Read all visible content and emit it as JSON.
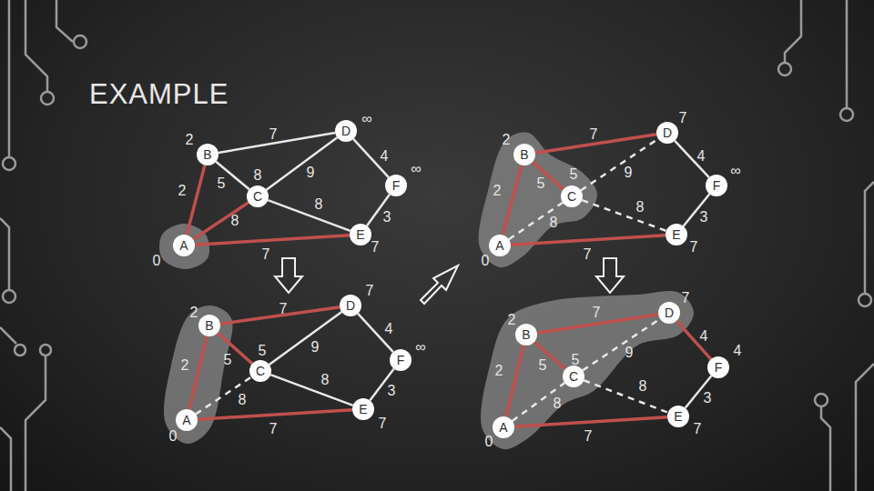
{
  "diagram": {
    "title": "EXAMPLE",
    "nodes": [
      {
        "text": [
          "B"
        ]
      },
      {
        "text": [
          "D"
        ]
      },
      {
        "text": [
          "C"
        ]
      },
      {
        "text": [
          "F"
        ]
      },
      {
        "text": [
          "E"
        ]
      },
      {
        "text": [
          "A"
        ]
      },
      {
        "text": [
          "B"
        ]
      },
      {
        "text": [
          "D"
        ]
      },
      {
        "text": [
          "C"
        ]
      },
      {
        "text": [
          "F"
        ]
      },
      {
        "text": [
          "E"
        ]
      },
      {
        "text": [
          "A"
        ]
      },
      {
        "text": [
          "B"
        ]
      },
      {
        "text": [
          "D"
        ]
      },
      {
        "text": [
          "C"
        ]
      },
      {
        "text": [
          "F"
        ]
      },
      {
        "text": [
          "E"
        ]
      },
      {
        "text": [
          "A"
        ]
      },
      {
        "text": [
          "B"
        ]
      },
      {
        "text": [
          "D"
        ]
      },
      {
        "text": [
          "C"
        ]
      },
      {
        "text": [
          "F"
        ]
      },
      {
        "text": [
          "E"
        ]
      },
      {
        "text": [
          "A"
        ]
      }
    ],
    "edges": [
      {
        "from": 5,
        "to": 0,
        "arrow": "none",
        "label": "2"
      },
      {
        "from": 0,
        "to": 1,
        "arrow": "none",
        "label": "7"
      },
      {
        "from": 0,
        "to": 2,
        "arrow": "none",
        "label": "5"
      },
      {
        "from": 5,
        "to": 2,
        "arrow": "none",
        "label": "8"
      },
      {
        "from": 2,
        "to": 1,
        "arrow": "none",
        "label": "9"
      },
      {
        "from": 2,
        "to": 4,
        "arrow": "none",
        "label": "8"
      },
      {
        "from": 1,
        "to": 3,
        "arrow": "none",
        "label": "4"
      },
      {
        "from": 3,
        "to": 4,
        "arrow": "none",
        "label": "3"
      },
      {
        "from": 5,
        "to": 4,
        "arrow": "none",
        "label": "7"
      },
      {
        "from": 11,
        "to": 6,
        "arrow": "none",
        "label": "2"
      },
      {
        "from": 6,
        "to": 7,
        "arrow": "none",
        "label": "7"
      },
      {
        "from": 6,
        "to": 8,
        "arrow": "none",
        "label": "5"
      },
      {
        "from": 11,
        "to": 8,
        "arrow": "none",
        "label": "8"
      },
      {
        "from": 8,
        "to": 7,
        "arrow": "none",
        "label": "9"
      },
      {
        "from": 8,
        "to": 10,
        "arrow": "none",
        "label": "8"
      },
      {
        "from": 7,
        "to": 9,
        "arrow": "none",
        "label": "4"
      },
      {
        "from": 9,
        "to": 10,
        "arrow": "none",
        "label": "3"
      },
      {
        "from": 11,
        "to": 10,
        "arrow": "none",
        "label": "7"
      },
      {
        "from": 17,
        "to": 12,
        "arrow": "none",
        "label": "2"
      },
      {
        "from": 12,
        "to": 13,
        "arrow": "none",
        "label": "7"
      },
      {
        "from": 12,
        "to": 14,
        "arrow": "none",
        "label": "5"
      },
      {
        "from": 17,
        "to": 14,
        "arrow": "none",
        "label": "8"
      },
      {
        "from": 14,
        "to": 13,
        "arrow": "none",
        "label": "9"
      },
      {
        "from": 14,
        "to": 16,
        "arrow": "none",
        "label": "8"
      },
      {
        "from": 13,
        "to": 15,
        "arrow": "none",
        "label": "4"
      },
      {
        "from": 15,
        "to": 16,
        "arrow": "none",
        "label": "3"
      },
      {
        "from": 17,
        "to": 16,
        "arrow": "none",
        "label": "7"
      },
      {
        "from": 23,
        "to": 18,
        "arrow": "none",
        "label": "2"
      },
      {
        "from": 18,
        "to": 19,
        "arrow": "none",
        "label": "7"
      },
      {
        "from": 18,
        "to": 20,
        "arrow": "none",
        "label": "5"
      },
      {
        "from": 23,
        "to": 20,
        "arrow": "none",
        "label": "8"
      },
      {
        "from": 20,
        "to": 19,
        "arrow": "none",
        "label": "9"
      },
      {
        "from": 20,
        "to": 22,
        "arrow": "none",
        "label": "8"
      },
      {
        "from": 19,
        "to": 21,
        "arrow": "none",
        "label": "4"
      },
      {
        "from": 21,
        "to": 22,
        "arrow": "none",
        "label": "3"
      },
      {
        "from": 23,
        "to": 22,
        "arrow": "none",
        "label": "7"
      }
    ],
    "labels": [
      "2",
      "∞",
      "8",
      "∞",
      "7",
      "0",
      "2",
      "7",
      "5",
      "∞",
      "7",
      "0",
      "2",
      "7",
      "5",
      "∞",
      "7",
      "0",
      "2",
      "7",
      "5",
      "4",
      "7",
      "0"
    ]
  }
}
